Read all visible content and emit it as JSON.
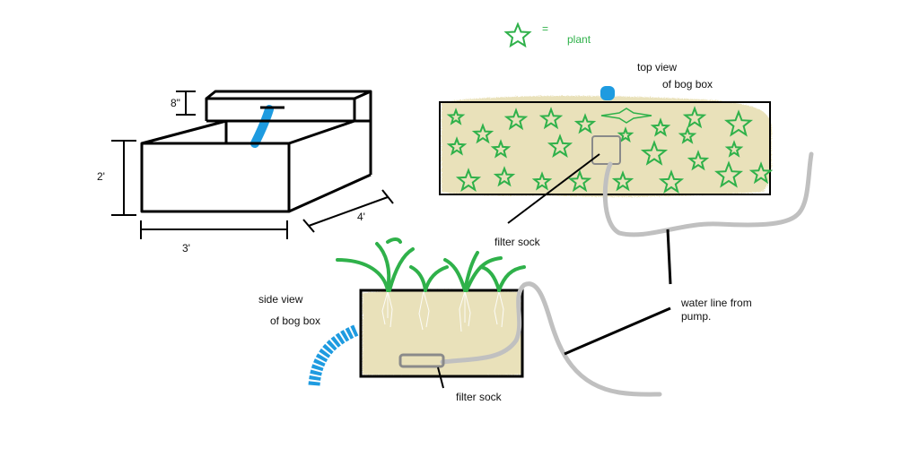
{
  "legend": {
    "symbol_icon": "star-icon",
    "equals": "=",
    "label": "plant"
  },
  "box_3d": {
    "height_top": "8\"",
    "height_main": "2'",
    "width": "3'",
    "depth": "4'"
  },
  "top_view": {
    "title_line1": "top view",
    "title_line2": "of bog box",
    "filter_label": "filter sock"
  },
  "side_view": {
    "title_line1": "side view",
    "title_line2": "of bog box",
    "filter_label": "filter sock"
  },
  "water_line": {
    "label_line1": "water line from",
    "label_line2": "pump."
  },
  "colors": {
    "outline": "#000000",
    "plant": "#2fb14a",
    "water": "#1e9be0",
    "media": "#e6dcae",
    "pipe": "#c0c0c0",
    "filter": "#8a8a8a"
  }
}
